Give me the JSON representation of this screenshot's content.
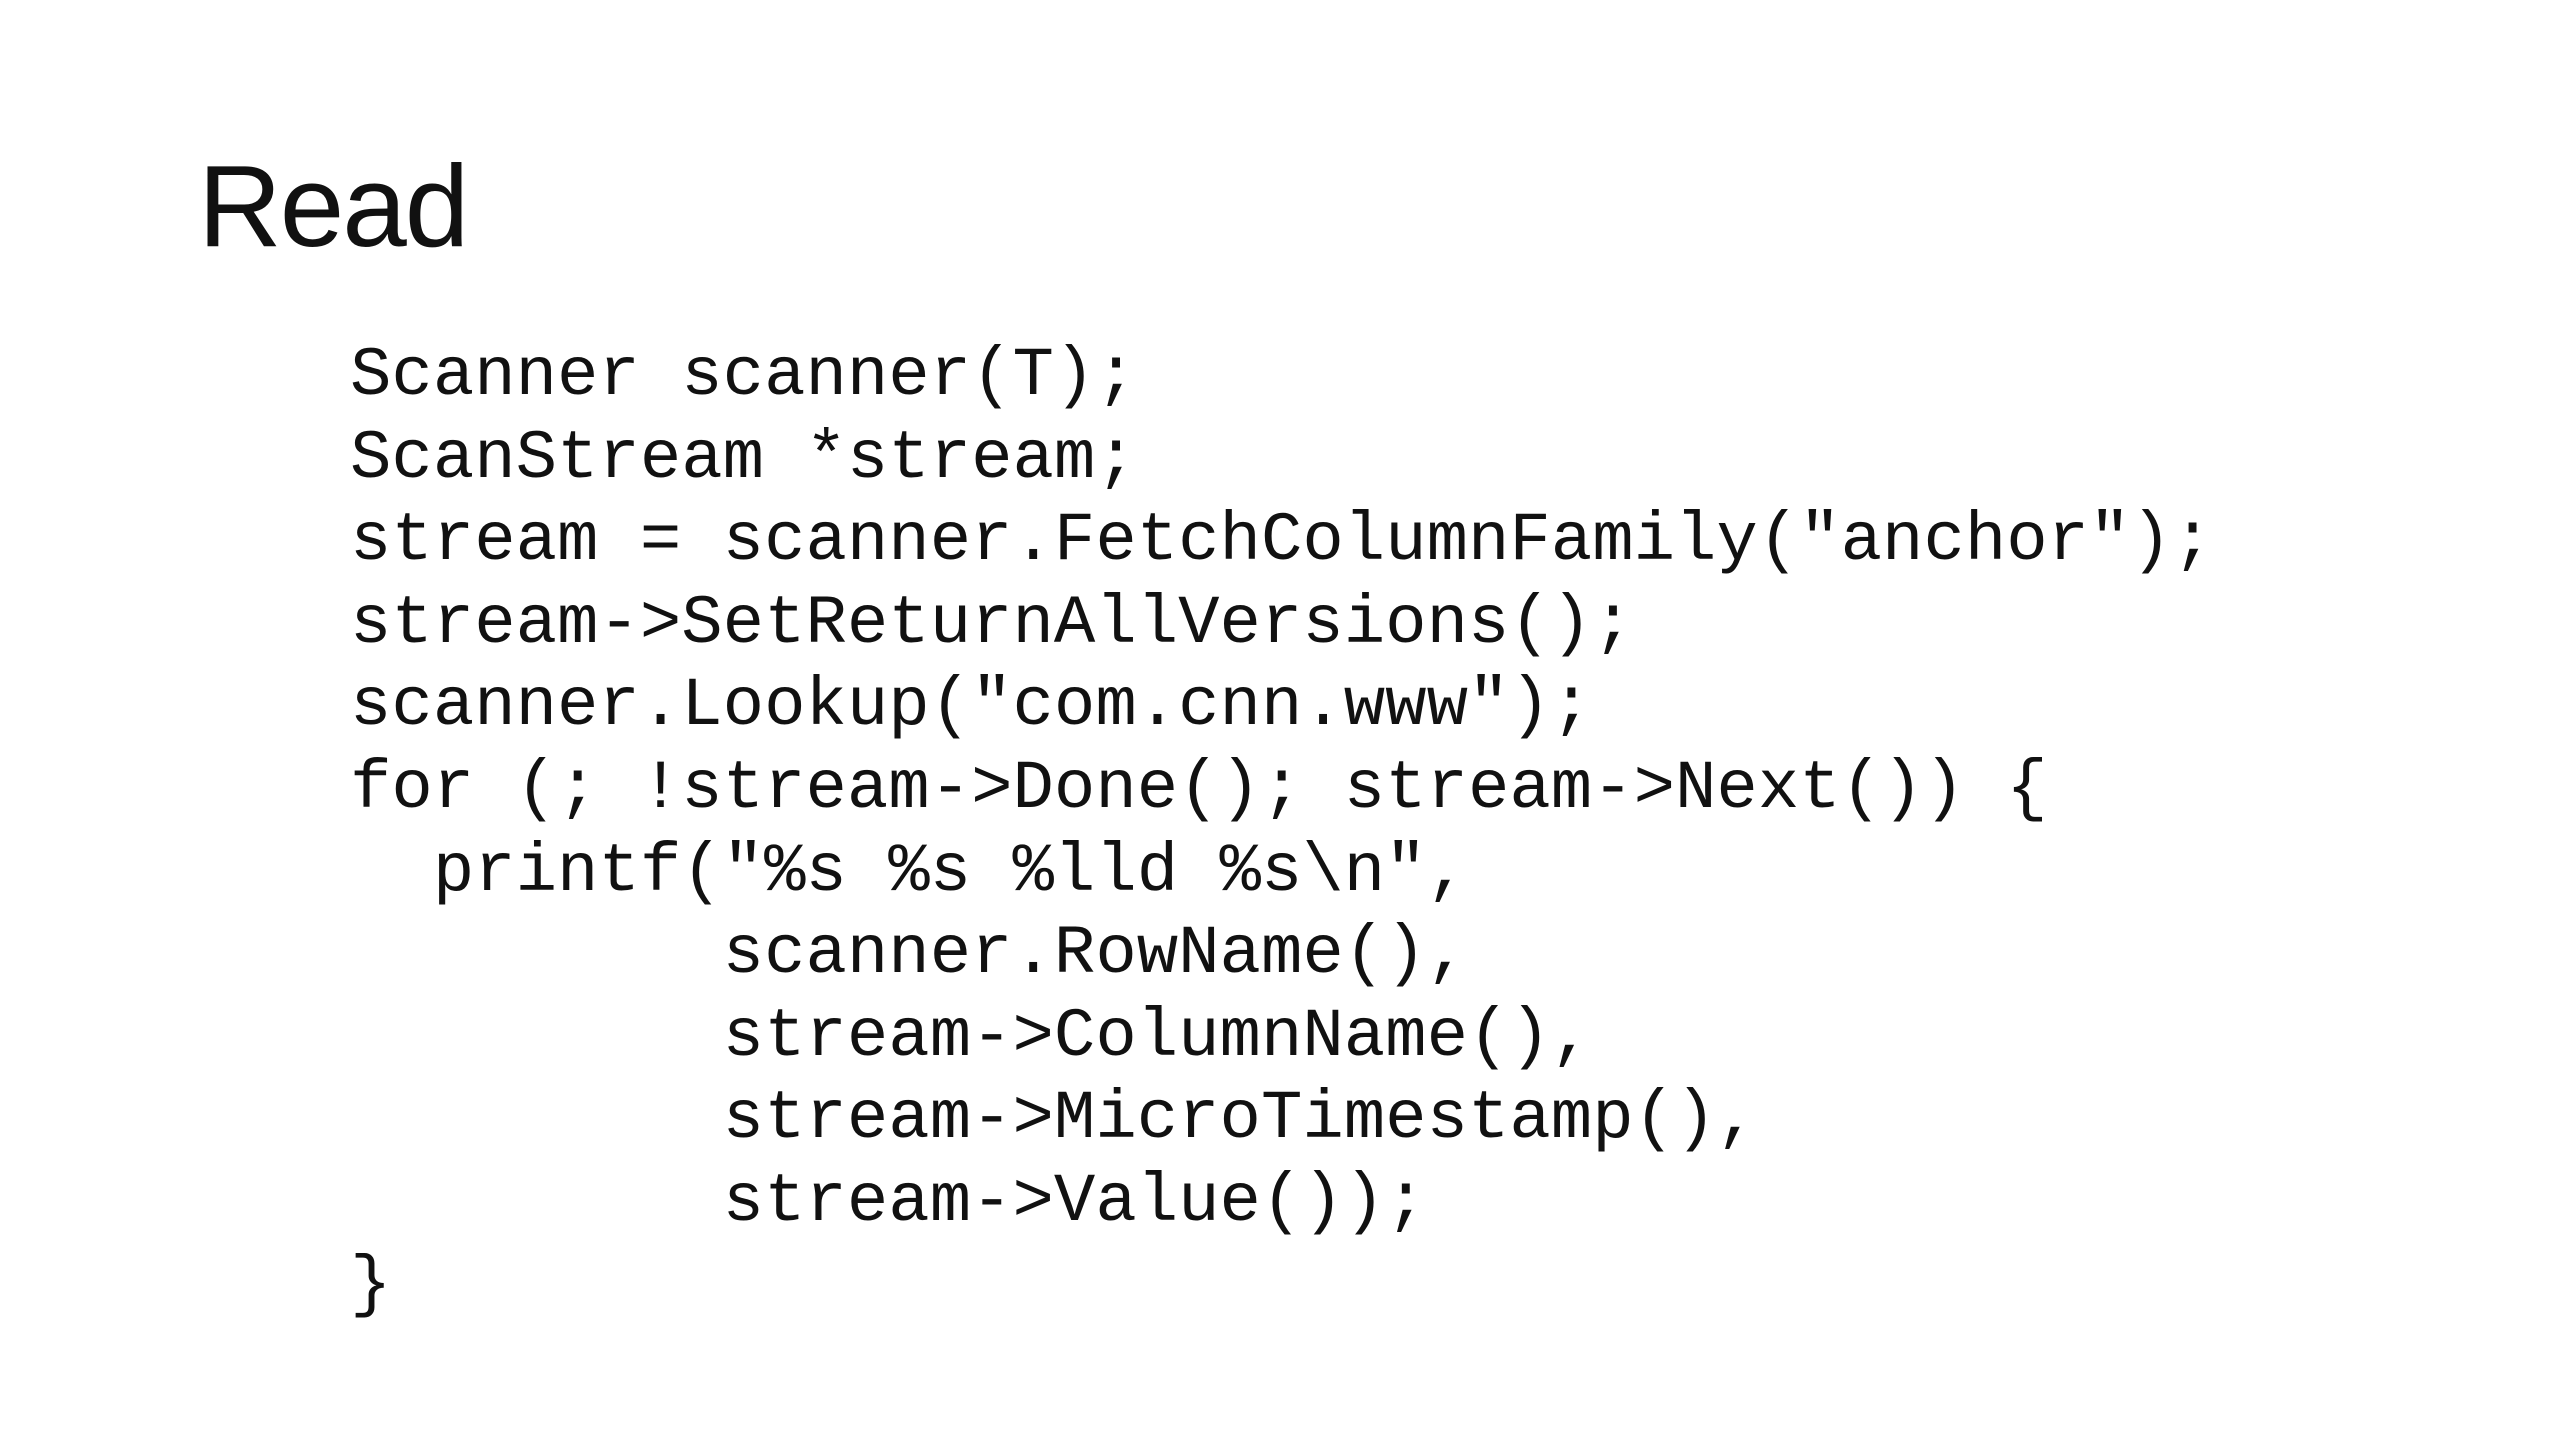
{
  "slide": {
    "title": "Read",
    "code_lines": [
      "Scanner scanner(T);",
      "ScanStream *stream;",
      "stream = scanner.FetchColumnFamily(\"anchor\");",
      "stream->SetReturnAllVersions();",
      "scanner.Lookup(\"com.cnn.www\");",
      "for (; !stream->Done(); stream->Next()) {",
      "  printf(\"%s %s %lld %s\\n\",",
      "         scanner.RowName(),",
      "         stream->ColumnName(),",
      "         stream->MicroTimestamp(),",
      "         stream->Value());",
      "}"
    ]
  }
}
